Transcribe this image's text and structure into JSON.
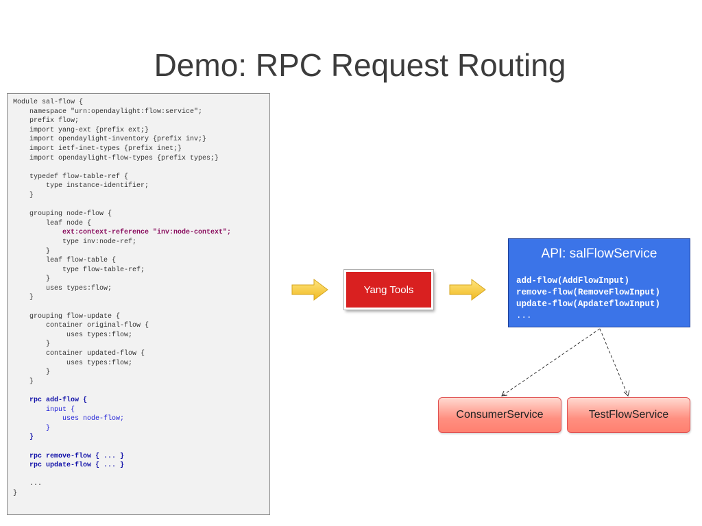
{
  "title": "Demo: RPC Request Routing",
  "code": {
    "lines": [
      {
        "text": "Module sal-flow {",
        "style": "normal"
      },
      {
        "text": "    namespace \"urn:opendaylight:flow:service\";",
        "style": "normal"
      },
      {
        "text": "    prefix flow;",
        "style": "normal"
      },
      {
        "text": "    import yang-ext {prefix ext;}",
        "style": "normal"
      },
      {
        "text": "    import opendaylight-inventory {prefix inv;}",
        "style": "normal"
      },
      {
        "text": "    import ietf-inet-types {prefix inet;}",
        "style": "normal"
      },
      {
        "text": "    import opendaylight-flow-types {prefix types;}",
        "style": "normal"
      },
      {
        "text": "",
        "style": "normal"
      },
      {
        "text": "    typedef flow-table-ref {",
        "style": "normal"
      },
      {
        "text": "        type instance-identifier;",
        "style": "normal"
      },
      {
        "text": "    }",
        "style": "normal"
      },
      {
        "text": "",
        "style": "normal"
      },
      {
        "text": "    grouping node-flow {",
        "style": "normal"
      },
      {
        "text": "        leaf node {",
        "style": "normal"
      },
      {
        "text": "            ext:context-reference \"inv:node-context\";",
        "style": "magenta"
      },
      {
        "text": "            type inv:node-ref;",
        "style": "normal"
      },
      {
        "text": "        }",
        "style": "normal"
      },
      {
        "text": "        leaf flow-table {",
        "style": "normal"
      },
      {
        "text": "            type flow-table-ref;",
        "style": "normal"
      },
      {
        "text": "        }",
        "style": "normal"
      },
      {
        "text": "        uses types:flow;",
        "style": "normal"
      },
      {
        "text": "    }",
        "style": "normal"
      },
      {
        "text": "",
        "style": "normal"
      },
      {
        "text": "    grouping flow-update {",
        "style": "normal"
      },
      {
        "text": "        container original-flow {",
        "style": "normal"
      },
      {
        "text": "             uses types:flow;",
        "style": "normal"
      },
      {
        "text": "        }",
        "style": "normal"
      },
      {
        "text": "        container updated-flow {",
        "style": "normal"
      },
      {
        "text": "             uses types:flow;",
        "style": "normal"
      },
      {
        "text": "        }",
        "style": "normal"
      },
      {
        "text": "    }",
        "style": "normal"
      },
      {
        "text": "",
        "style": "normal"
      },
      {
        "text": "    rpc add-flow {",
        "style": "bluebold"
      },
      {
        "text": "        input {",
        "style": "blue"
      },
      {
        "text": "            uses node-flow;",
        "style": "blue"
      },
      {
        "text": "        }",
        "style": "blue"
      },
      {
        "text": "    }",
        "style": "bluebold"
      },
      {
        "text": "",
        "style": "normal"
      },
      {
        "text": "    rpc remove-flow { ... }",
        "style": "bluebold"
      },
      {
        "text": "    rpc update-flow { ... }",
        "style": "bluebold"
      },
      {
        "text": "",
        "style": "normal"
      },
      {
        "text": "    ...",
        "style": "normal"
      },
      {
        "text": "}",
        "style": "normal"
      }
    ]
  },
  "yang_tools": {
    "label": "Yang Tools"
  },
  "api": {
    "title": "API: salFlowService",
    "methods": [
      "add-flow(AddFlowInput)",
      "remove-flow(RemoveFlowInput)",
      "update-flow(ApdateflowInput)"
    ],
    "ellipsis": "..."
  },
  "services": {
    "consumer": "ConsumerService",
    "test": "TestFlowService"
  },
  "colors": {
    "yang_box": "#d92020",
    "api_box": "#3b74e8",
    "arrow_fill": "#f7d14a",
    "service_fill": "#ff8f80"
  }
}
